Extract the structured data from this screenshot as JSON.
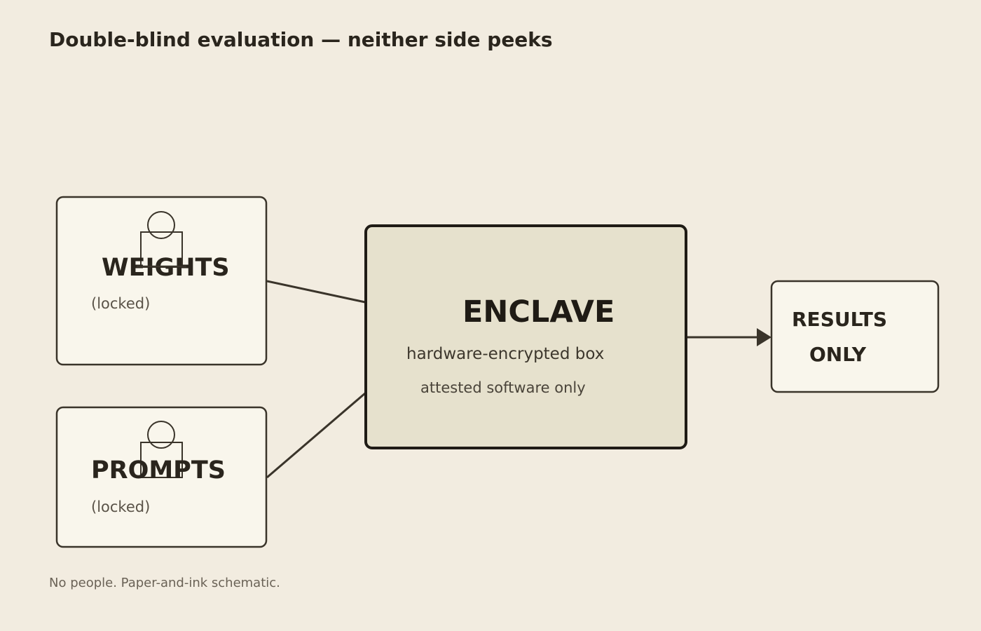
{
  "title": "Double-blind evaluation — neither side peeks",
  "nodes": {
    "weights": {
      "label": "WEIGHTS",
      "status": "(locked)"
    },
    "prompts": {
      "label": "PROMPTS",
      "status": "(locked)"
    },
    "enclave": {
      "label": "ENCLAVE",
      "line1": "hardware-encrypted box",
      "line2": "attested software only"
    },
    "results": {
      "line1": "RESULTS",
      "line2": "ONLY"
    }
  },
  "footnote": "No people. Paper-and-ink schematic.",
  "icons": {
    "weights": "padlock-icon",
    "prompts": "padlock-icon"
  },
  "colors": {
    "background": "#f2ece0",
    "card_fill": "#f9f6ec",
    "enclave_fill": "#e6e1cd",
    "ink": "#2a251d"
  }
}
